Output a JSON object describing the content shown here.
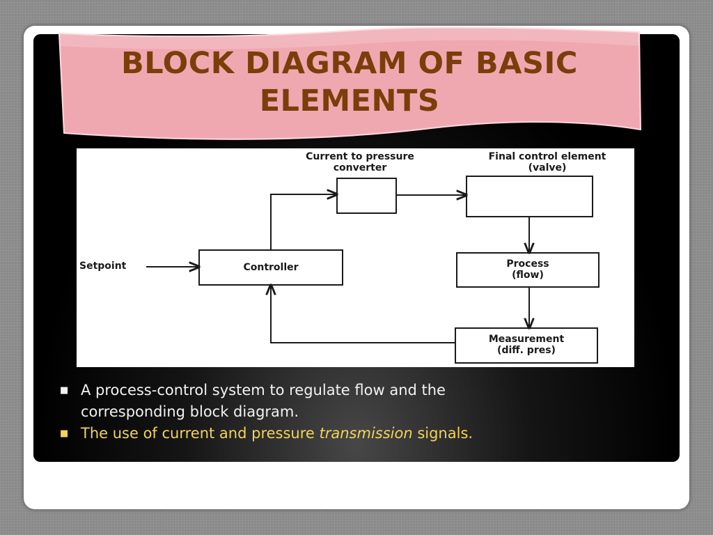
{
  "slide": {
    "title_line1": "BLOCK DIAGRAM OF BASIC",
    "title_line2": "ELEMENTS",
    "colors": {
      "banner_fill": "#f0a8b0",
      "title_text": "#7a3e0a",
      "panel_bg": "#000000",
      "bullet_text": "#f2f2f2",
      "bullet_highlight": "#f2d45a"
    }
  },
  "diagram": {
    "label_converter_1": "Current to pressure",
    "label_converter_2": "converter",
    "label_final_1": "Final control element",
    "label_final_2": "(valve)",
    "label_setpoint": "Setpoint",
    "label_controller": "Controller",
    "label_process_1": "Process",
    "label_process_2": "(flow)",
    "label_measurement_1": "Measurement",
    "label_measurement_2": "(diff. pres)"
  },
  "bullets": {
    "item1_line1": "A process-control system to regulate flow and the",
    "item1_line2": "corresponding block diagram.",
    "item2_before": "The use of current and pressure ",
    "item2_emph": "transmission",
    "item2_after": " signals."
  }
}
